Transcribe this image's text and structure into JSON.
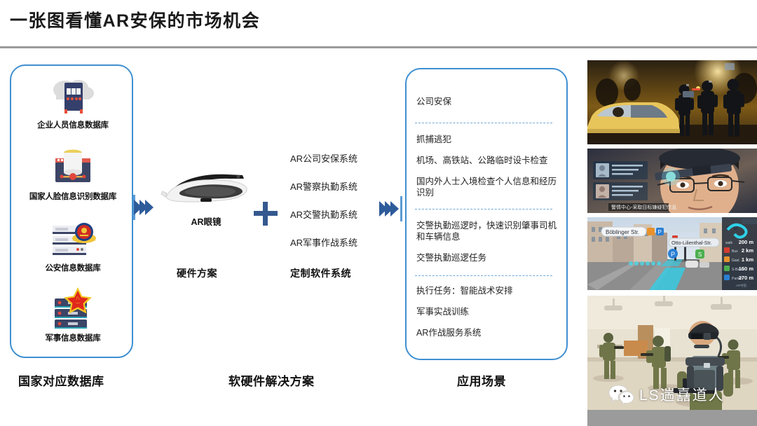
{
  "slide": {
    "title": "一张图看懂AR安保的市场机会"
  },
  "databases": {
    "caption": "国家对应数据库",
    "items": [
      {
        "label": "企业人员信息数据库",
        "icon": "cloud-server-icon"
      },
      {
        "label": "国家人脸信息识别数据库",
        "icon": "face-database-icon"
      },
      {
        "label": "公安信息数据库",
        "icon": "police-badge-server-icon"
      },
      {
        "label": "军事信息数据库",
        "icon": "military-star-server-icon"
      }
    ]
  },
  "solution": {
    "caption": "软硬件解决方案",
    "hardware": {
      "device_label": "AR眼镜",
      "caption": "硬件方案",
      "icon": "ar-glasses-icon"
    },
    "plus_symbol": "+",
    "software": {
      "caption": "定制软件系统",
      "items": [
        "AR公司安保系统",
        "AR警察执勤系统",
        "AR交警执勤系统",
        "AR军事作战系统"
      ]
    }
  },
  "scenarios": {
    "caption": "应用场景",
    "groups": [
      {
        "lines": [
          "公司安保"
        ]
      },
      {
        "lines": [
          "抓捕逃犯",
          "机场、高铁站、公路临时设卡检查",
          "国内外人士入境检查个人信息和经历识别"
        ]
      },
      {
        "lines": [
          "交警执勤巡逻时，快速识别肇事司机和车辆信息",
          " 交警执勤巡逻任务"
        ]
      },
      {
        "lines": [
          "执行任务：智能战术安排",
          "军事实战训练",
          "AR作战服务系统"
        ]
      }
    ]
  },
  "photos": [
    {
      "name": "night-police-checkpoint-photo",
      "alt": "夜间警察路边检查车辆"
    },
    {
      "name": "ar-glasses-face-recognition-photo",
      "alt": "佩戴AR眼镜的警察人脸识别界面",
      "overlay_caption": "警情中心-采取目标嫌疑犯信息"
    },
    {
      "name": "ar-navigation-street-photo",
      "alt": "AR导航街景叠加",
      "labels": [
        "Böblinger Str.",
        "Otto-Lilienthal-Str."
      ],
      "stats": [
        "200 m",
        "2 km",
        "1 km",
        "150 m",
        "270 m"
      ]
    },
    {
      "name": "military-ar-training-photo",
      "alt": "军人AR/VR实战训练"
    }
  ],
  "watermark": {
    "text": "LS遄嚞道人",
    "icon": "wechat-icon"
  },
  "colors": {
    "panel_border": "#3f8fd0",
    "arrow": "#2e5b9a",
    "accent_bar": "#5b9bd5",
    "divider": "#6fa8d8",
    "title_rule": "#9a9a9a",
    "text": "#222222"
  }
}
